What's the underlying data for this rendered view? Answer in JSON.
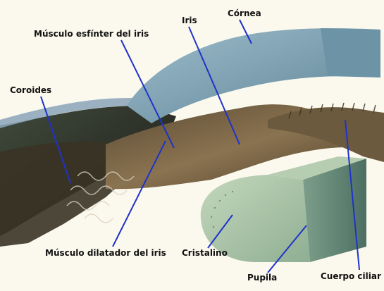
{
  "labels": {
    "cornea": "Córnea",
    "iris": "Iris",
    "esfinter": "Músculo esfínter del iris",
    "coroides": "Coroides",
    "dilatador": "Músculo dilatador del iris",
    "cristalino": "Cristalino",
    "pupila": "Pupila",
    "cuerpo_ciliar": "Cuerpo ciliar"
  },
  "colors": {
    "background": "#fbf9ee",
    "cornea": "#7fa3b6",
    "lens": "#a8c4a0",
    "iris_tissue": "#6f5a3c",
    "choroid": "#2e2a22",
    "leader_line": "#1f33c9"
  }
}
